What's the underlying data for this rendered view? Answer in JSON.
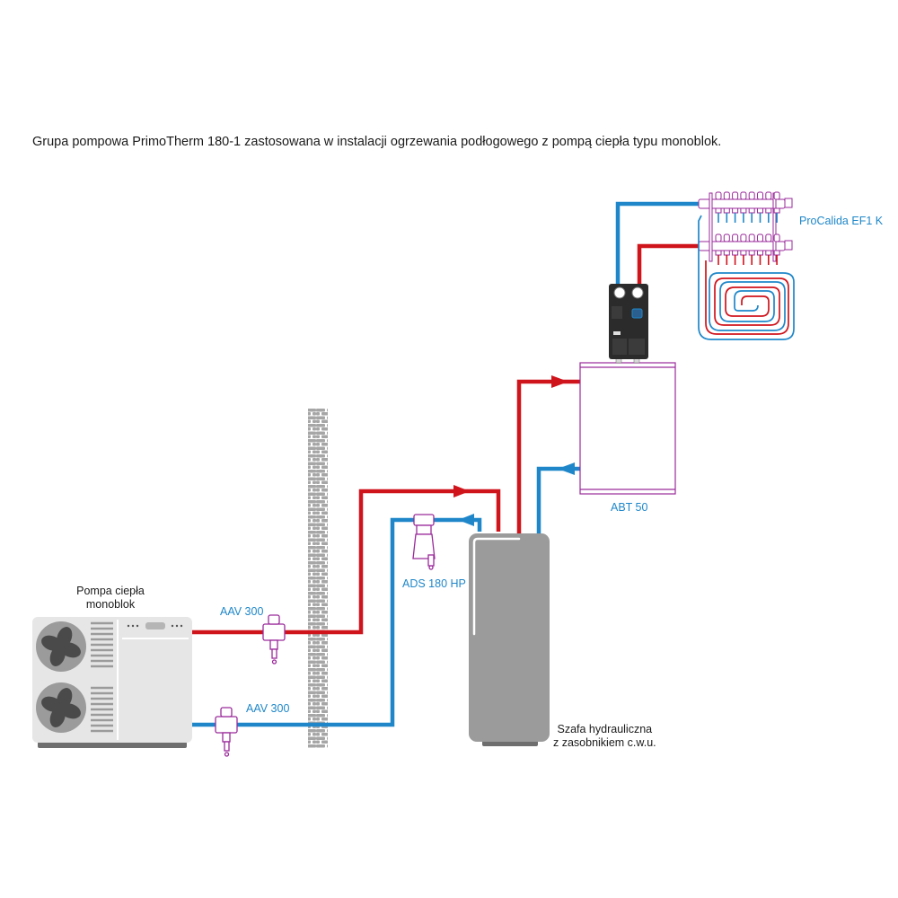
{
  "caption": "Grupa pompowa PrimoTherm 180-1 zastosowana w instalacji ogrzewania podłogowego z pompą ciepła typu monoblok.",
  "colors": {
    "supply_pipe": "#d0141c",
    "return_pipe": "#1f87c9",
    "fitting_outline": "#9a2a9a",
    "equipment_gray": "#9b9b9b",
    "wall_brick": "#a6a6a6",
    "pump_group_body": "#2b2b2b"
  },
  "components": {
    "heat_pump": {
      "label_line1": "Pompa ciepła",
      "label_line2": "monoblok",
      "icon": "heat-pump-outdoor-unit"
    },
    "valve_supply": {
      "label": "AAV 300",
      "icon": "anti-freeze-valve"
    },
    "valve_return": {
      "label": "AAV 300",
      "icon": "anti-freeze-valve"
    },
    "separator": {
      "label": "ADS 180 HP",
      "icon": "dirt-separator"
    },
    "buffer_tank": {
      "label": "ABT 50",
      "icon": "buffer-tank"
    },
    "manifold": {
      "label": "ProCalida EF1 K",
      "icon": "underfloor-manifold"
    },
    "hydraulic_cabinet": {
      "label_line1": "Szafa hydrauliczna",
      "label_line2": "z zasobnikiem c.w.u.",
      "icon": "hydraulic-cabinet"
    },
    "pump_group": {
      "icon": "pump-group"
    },
    "wall": {
      "icon": "brick-wall"
    }
  }
}
